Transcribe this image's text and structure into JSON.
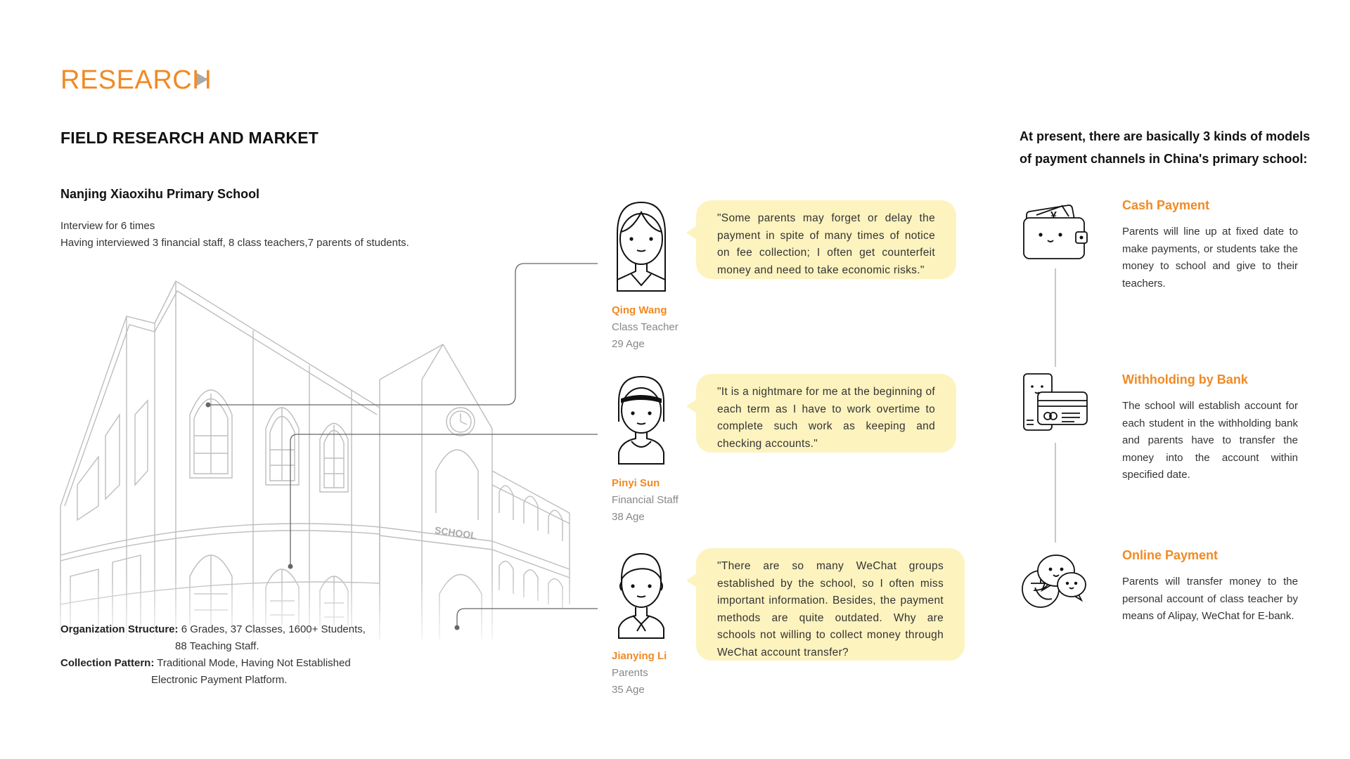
{
  "header": {
    "title": "RESEARCH",
    "section_heading": "FIELD RESEARCH AND MARKET"
  },
  "school": {
    "name": "Nanjing Xiaoxihu Primary School",
    "interview_count": "Interview for 6 times",
    "interviewees": "Having interviewed 3 financial staff, 8 class teachers,7 parents of students.",
    "building_sign": "SCHOOL"
  },
  "organization": {
    "structure_label": "Organization Structure:",
    "structure_value_1": "6 Grades, 37 Classes, 1600+ Students,",
    "structure_value_2": "88 Teaching Staff.",
    "pattern_label": "Collection Pattern:",
    "pattern_value_1": "Traditional Mode, Having Not Established",
    "pattern_value_2": "Electronic Payment Platform."
  },
  "personas": [
    {
      "name": "Qing Wang",
      "role": "Class Teacher",
      "age": "29 Age",
      "quote": "\"Some parents may forget or delay the payment in spite of many times of notice on fee collection; I often get counterfeit money and need to take economic risks.\""
    },
    {
      "name": "Pinyi Sun",
      "role": "Financial Staff",
      "age": "38 Age",
      "quote": "\"It is a nightmare for me at the beginning of each term as I have to work overtime to complete such work as keeping and checking accounts.\""
    },
    {
      "name": "Jianying Li",
      "role": "Parents",
      "age": "35 Age",
      "quote": "\"There are so many WeChat groups established by the school, so I often miss important information. Besides, the payment methods are quite outdated. Why are schools not willing to collect money through WeChat account transfer?"
    }
  ],
  "channels": {
    "intro_1": "At present, there are basically 3 kinds of models",
    "intro_2": "of payment channels in China's primary school:",
    "items": [
      {
        "title": "Cash Payment",
        "description": "Parents will line up at fixed date to make payments, or students take the money to school and give to their teachers.",
        "icon": "wallet-icon"
      },
      {
        "title": "Withholding by Bank",
        "description": "The school will establish account for each student in the withholding bank and parents have to transfer the money into the account within specified date.",
        "icon": "bank-card-icon"
      },
      {
        "title": "Online Payment",
        "description": "Parents will transfer money to the personal account of class teacher by means of Alipay, WeChat for E-bank.",
        "icon": "alipay-wechat-icon"
      }
    ]
  },
  "colors": {
    "accent": "#f08a24",
    "bubble": "#fdf3bf",
    "muted": "#888888"
  }
}
